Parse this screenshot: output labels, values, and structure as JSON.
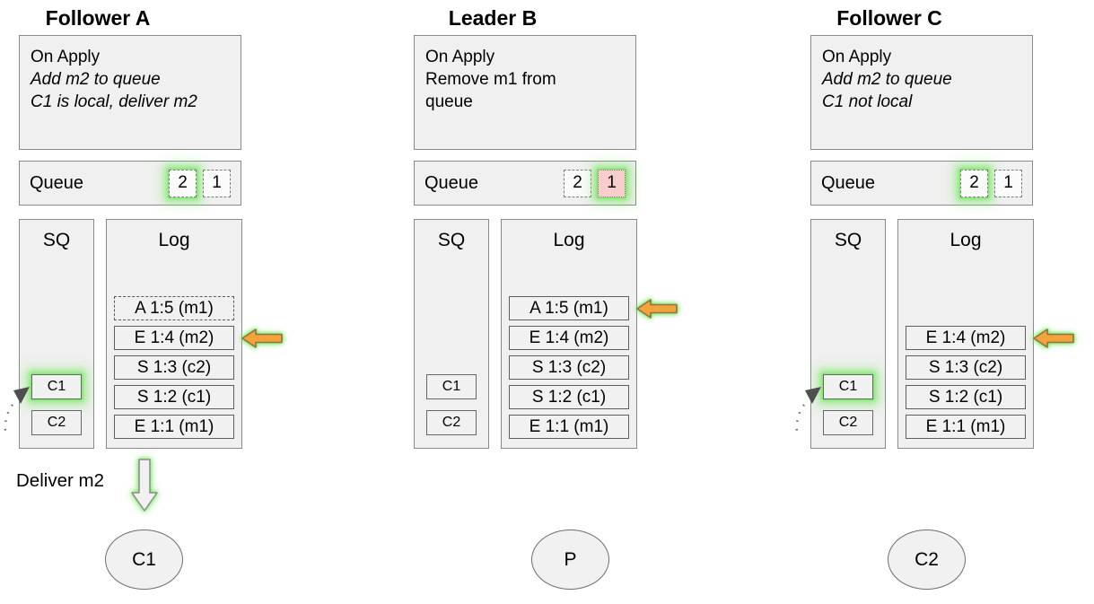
{
  "colors": {
    "background": "#ffffff",
    "box_fill": "#f0f0f0",
    "box_border": "#8a8a8a",
    "glow_green": "#72e85c",
    "arrow_orange_fill": "#f2a33c",
    "arrow_orange_stroke": "#8f7340",
    "queue_removed_fill": "#f8cecc"
  },
  "nodes": [
    {
      "id": "follower-a",
      "title": "Follower A",
      "on_apply": {
        "lines": [
          {
            "text": "On Apply",
            "italic": false
          },
          {
            "text": "Add m2 to queue",
            "italic": true
          },
          {
            "text": "C1 is local, deliver m2",
            "italic": true
          }
        ]
      },
      "queue": {
        "label": "Queue",
        "items": [
          {
            "value": "2",
            "border": "dashed",
            "fill": "plain",
            "glow": true
          },
          {
            "value": "1",
            "border": "dashed",
            "fill": "plain",
            "glow": false
          }
        ]
      },
      "sq": {
        "label": "SQ",
        "items": [
          {
            "value": "C1",
            "glow": true,
            "pointer": true
          },
          {
            "value": "C2",
            "glow": false,
            "pointer": false
          }
        ]
      },
      "log": {
        "label": "Log",
        "entries": [
          {
            "text": "A 1:5 (m1)",
            "border": "dashed",
            "arrow": false
          },
          {
            "text": "E 1:4 (m2)",
            "border": "solid",
            "arrow": true
          },
          {
            "text": "S 1:3 (c2)",
            "border": "solid",
            "arrow": false
          },
          {
            "text": "S 1:2 (c1)",
            "border": "solid",
            "arrow": false
          },
          {
            "text": "E 1:1 (m1)",
            "border": "solid",
            "arrow": false
          }
        ]
      },
      "deliver": {
        "label": "Deliver m2"
      },
      "actor": {
        "label": "C1"
      }
    },
    {
      "id": "leader-b",
      "title": "Leader B",
      "on_apply": {
        "lines": [
          {
            "text": "On Apply",
            "italic": false
          },
          {
            "text": "Remove m1 from",
            "italic": false
          },
          {
            "text": "queue",
            "italic": false
          }
        ]
      },
      "queue": {
        "label": "Queue",
        "items": [
          {
            "value": "2",
            "border": "dashed",
            "fill": "plain",
            "glow": false
          },
          {
            "value": "1",
            "border": "dotted",
            "fill": "removed",
            "glow": true
          }
        ]
      },
      "sq": {
        "label": "SQ",
        "items": [
          {
            "value": "C1",
            "glow": false,
            "pointer": false
          },
          {
            "value": "C2",
            "glow": false,
            "pointer": false
          }
        ]
      },
      "log": {
        "label": "Log",
        "entries": [
          {
            "text": "A 1:5 (m1)",
            "border": "solid",
            "arrow": true
          },
          {
            "text": "E 1:4 (m2)",
            "border": "solid",
            "arrow": false
          },
          {
            "text": "S 1:3 (c2)",
            "border": "solid",
            "arrow": false
          },
          {
            "text": "S 1:2 (c1)",
            "border": "solid",
            "arrow": false
          },
          {
            "text": "E 1:1 (m1)",
            "border": "solid",
            "arrow": false
          }
        ]
      },
      "deliver": null,
      "actor": {
        "label": "P"
      }
    },
    {
      "id": "follower-c",
      "title": "Follower C",
      "on_apply": {
        "lines": [
          {
            "text": "On Apply",
            "italic": false
          },
          {
            "text": "Add m2 to queue",
            "italic": true
          },
          {
            "text": "C1 not local",
            "italic": true
          }
        ]
      },
      "queue": {
        "label": "Queue",
        "items": [
          {
            "value": "2",
            "border": "dashed",
            "fill": "plain",
            "glow": true
          },
          {
            "value": "1",
            "border": "dashed",
            "fill": "plain",
            "glow": false
          }
        ]
      },
      "sq": {
        "label": "SQ",
        "items": [
          {
            "value": "C1",
            "glow": true,
            "pointer": true
          },
          {
            "value": "C2",
            "glow": false,
            "pointer": false
          }
        ]
      },
      "log": {
        "label": "Log",
        "entries": [
          {
            "text": "E 1:4 (m2)",
            "border": "solid",
            "arrow": true
          },
          {
            "text": "S 1:3 (c2)",
            "border": "solid",
            "arrow": false
          },
          {
            "text": "S 1:2 (c1)",
            "border": "solid",
            "arrow": false
          },
          {
            "text": "E 1:1 (m1)",
            "border": "solid",
            "arrow": false
          }
        ]
      },
      "deliver": null,
      "actor": {
        "label": "C2"
      }
    }
  ]
}
